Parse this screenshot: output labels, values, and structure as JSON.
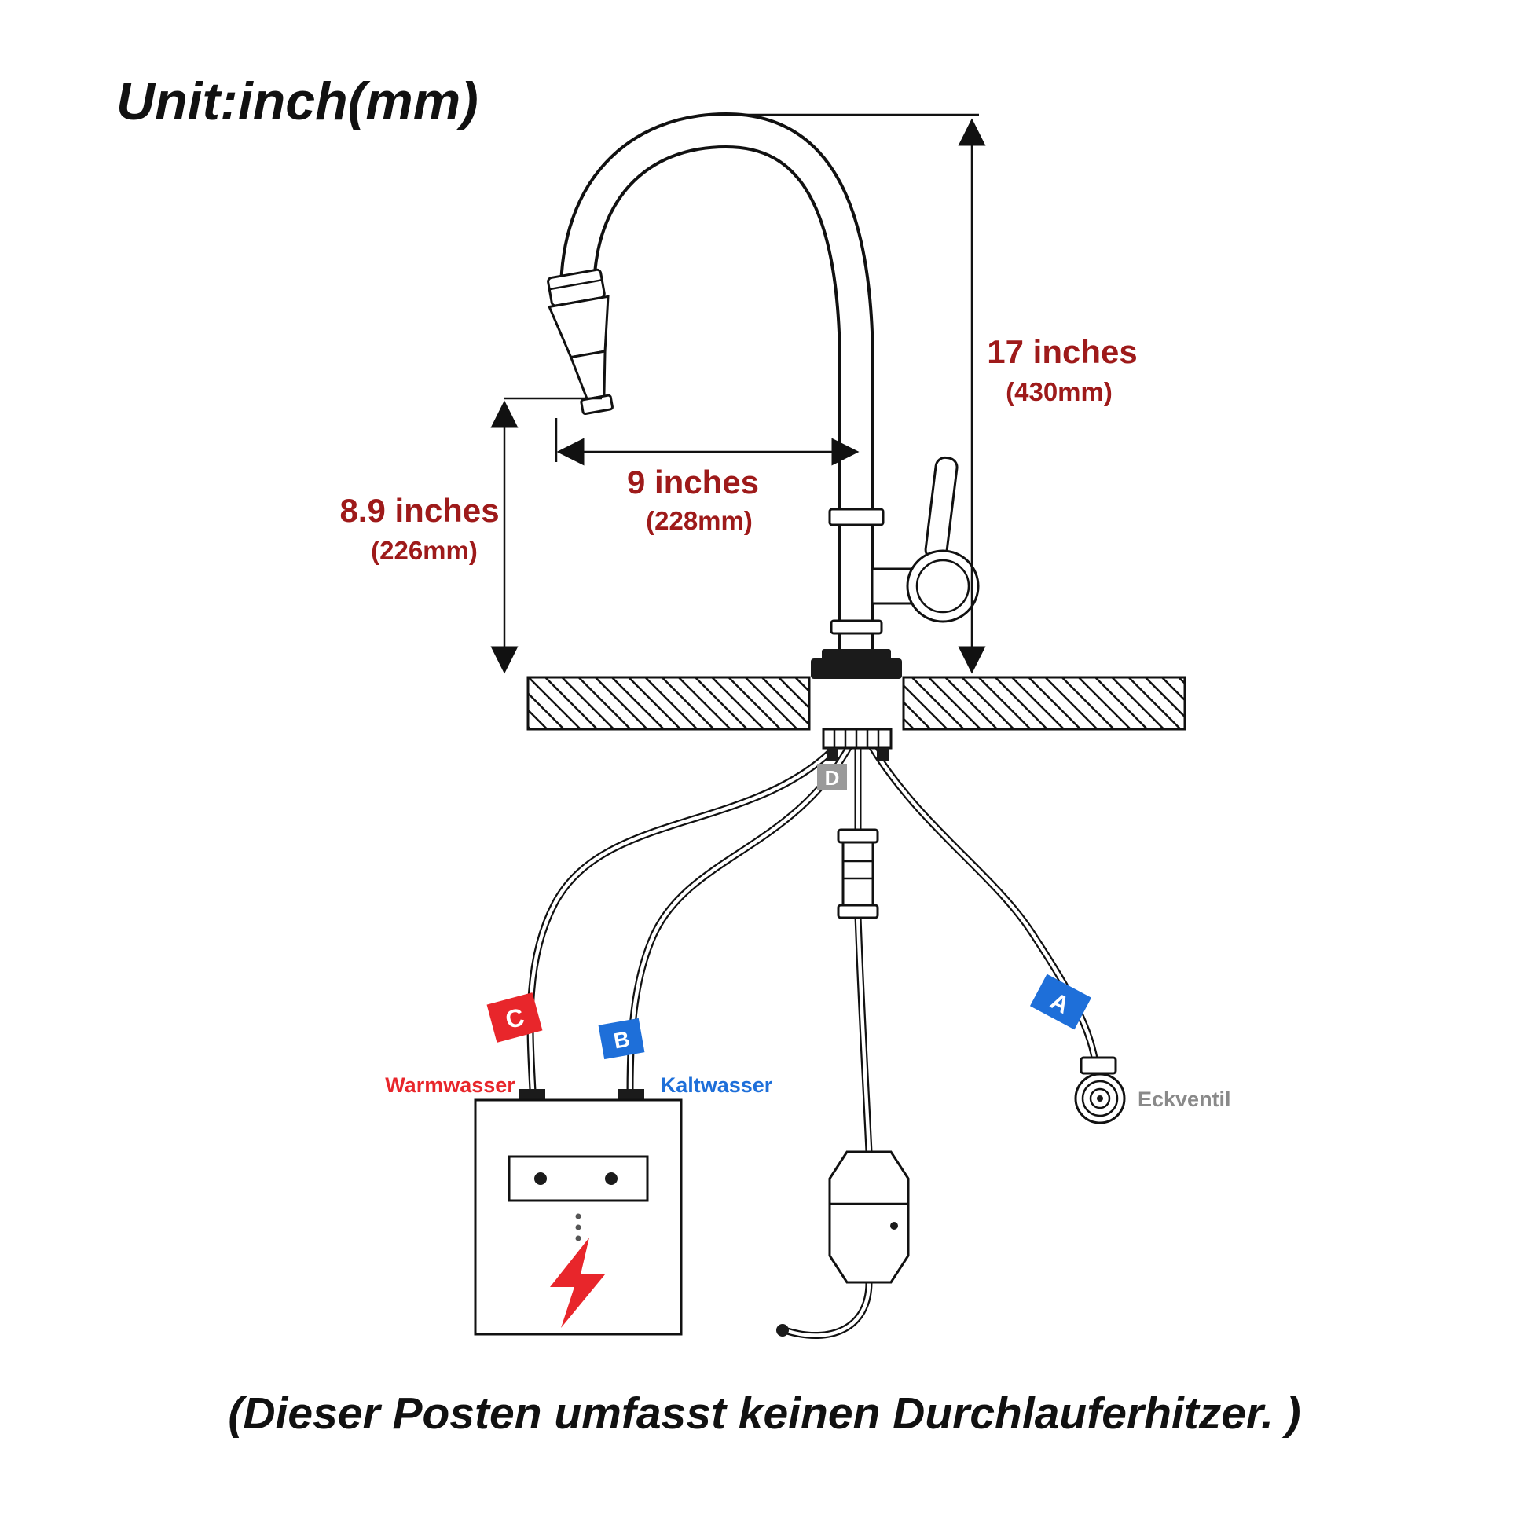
{
  "title": "Unit:inch(mm)",
  "caption": "(Dieser Posten umfasst keinen Durchlauferhitzer. )",
  "dimensions": {
    "height": {
      "value": "17 inches",
      "metric": "(430mm)"
    },
    "reach": {
      "value": "9 inches",
      "metric": "(228mm)"
    },
    "base_height": {
      "value": "8.9 inches",
      "metric": "(226mm)"
    }
  },
  "labels": {
    "hot_water": "Warmwasser",
    "cold_water": "Kaltwasser",
    "angle_valve": "Eckventil"
  },
  "flags": {
    "a": "A",
    "b": "B",
    "c": "C",
    "d": "D"
  },
  "colors": {
    "dimension_text": "#9e1a1a",
    "hot_red": "#e8262b",
    "cold_blue": "#1e6fd9",
    "flag_gray": "#9a9a9a",
    "valve_gray": "#8a8a8a",
    "line": "#111111"
  }
}
